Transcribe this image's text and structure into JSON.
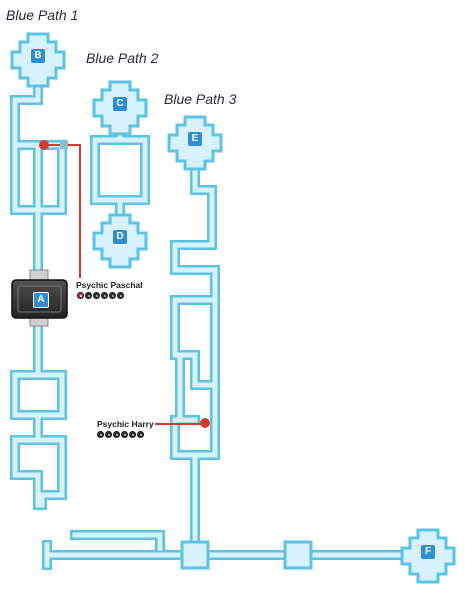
{
  "paths": [
    {
      "label": "Blue Path 1"
    },
    {
      "label": "Blue Path 2"
    },
    {
      "label": "Blue Path 3"
    }
  ],
  "nodes": {
    "A": "A",
    "B": "B",
    "C": "C",
    "D": "D",
    "E": "E",
    "F": "F"
  },
  "trainers": [
    {
      "name": "Psychic Paschal",
      "pokemon_count": 6
    },
    {
      "name": "Psychic Harry",
      "pokemon_count": 6
    }
  ],
  "colors": {
    "path_fill": "#d8f2fb",
    "path_border": "#5bc3e6",
    "node_label": "#2d8ed4",
    "trainer_line": "#d63a2a",
    "warp_dark": "#2e2e2e"
  }
}
